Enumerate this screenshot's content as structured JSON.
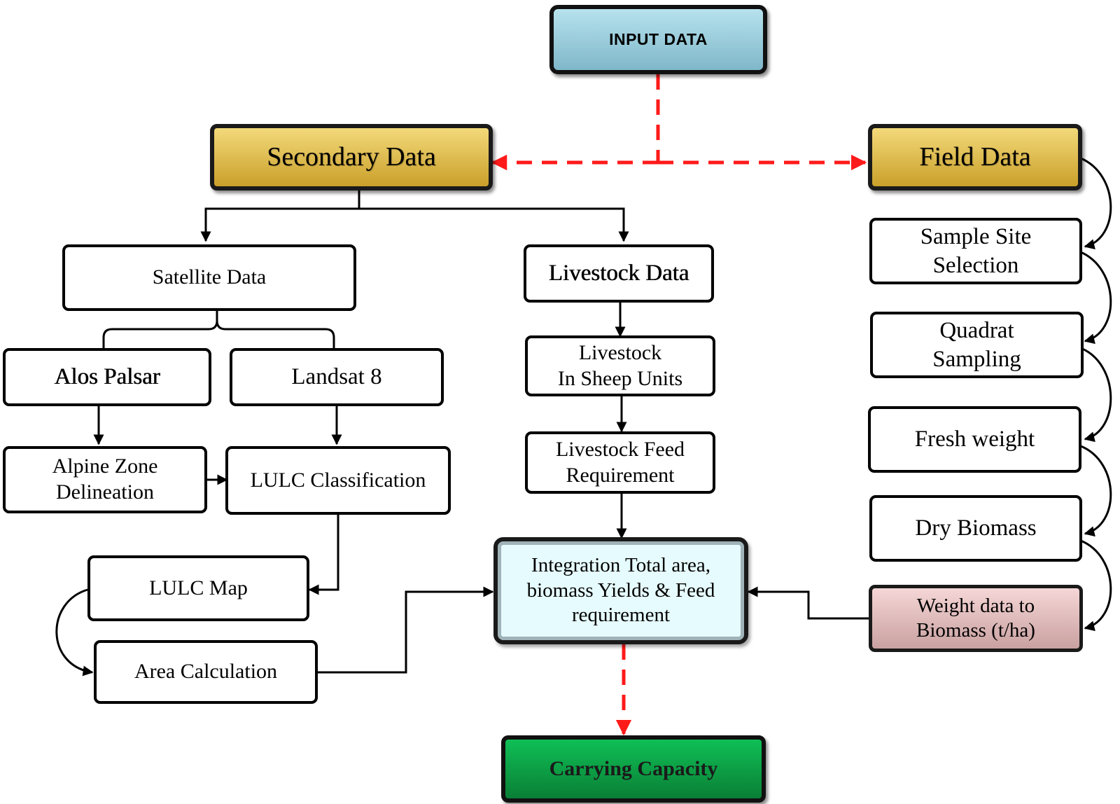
{
  "nodes": {
    "input_data": "INPUT DATA",
    "secondary_data": "Secondary Data",
    "field_data": "Field Data",
    "satellite_data": "Satellite Data",
    "livestock_data": "Livestock Data",
    "alos_palsar": "Alos Palsar",
    "landsat_8": "Landsat 8",
    "livestock_sheep_units": [
      "Livestock",
      "In Sheep Units"
    ],
    "livestock_feed": [
      "Livestock Feed",
      "Requirement"
    ],
    "alpine_zone": [
      "Alpine Zone",
      "Delineation"
    ],
    "lulc_classification": "LULC Classification",
    "lulc_map": "LULC Map",
    "area_calculation": "Area Calculation",
    "integration": [
      "Integration Total area,",
      "biomass Yields & Feed",
      "requirement"
    ],
    "sample_site": [
      "Sample Site",
      "Selection"
    ],
    "quadrat_sampling": [
      "Quadrat",
      "Sampling"
    ],
    "fresh_weight": "Fresh weight",
    "dry_biomass": "Dry Biomass",
    "weight_data": [
      "Weight data to",
      "Biomass (t/ha)"
    ],
    "carrying_capacity": "Carrying Capacity"
  },
  "colors": {
    "dashed_arrow": "#ff1a1a",
    "solid_arrow": "#000000",
    "input_fill": "#9fd0df",
    "gold_fill": "#e2c04f",
    "integration_fill": "#e6fbfd",
    "weight_fill": "#e2bcbc",
    "carrying_fill": "#0da348"
  }
}
